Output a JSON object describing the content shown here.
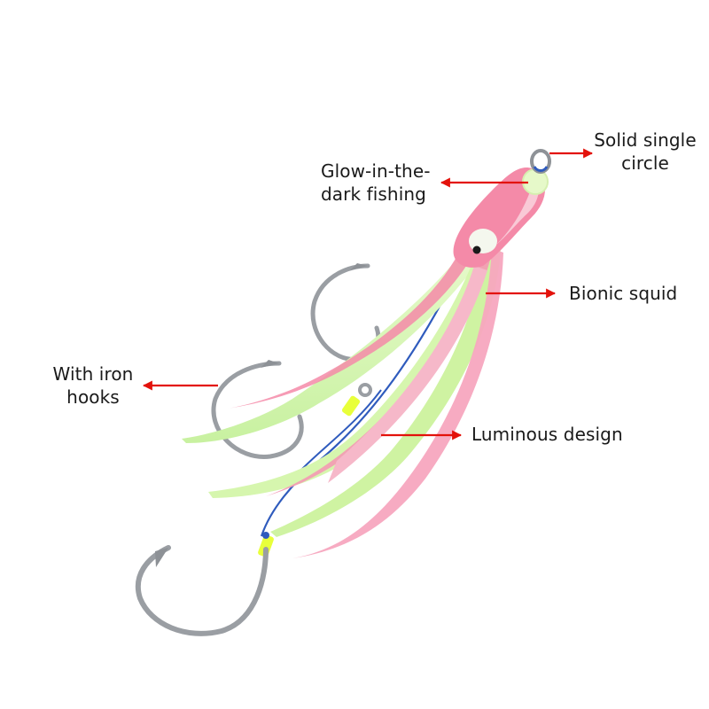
{
  "callouts": {
    "solid_single_circle": {
      "line1": "Solid single",
      "line2": "circle"
    },
    "glow_in_the_dark": {
      "line1": "Glow-in-the-",
      "line2": "dark fishing"
    },
    "bionic_squid": {
      "text": "Bionic squid"
    },
    "iron_hooks": {
      "line1": "With iron",
      "line2": "hooks"
    },
    "luminous_design": {
      "text": "Luminous design"
    }
  },
  "colors": {
    "arrow": "#e3120b",
    "label_text": "#1a1a1a",
    "glow_green": "#d9f7b0",
    "squid_pink": "#f48aa8",
    "hook_steel": "#9a9ea3",
    "line_blue": "#2f5bbd",
    "tube_yellow": "#e8ff3a"
  }
}
